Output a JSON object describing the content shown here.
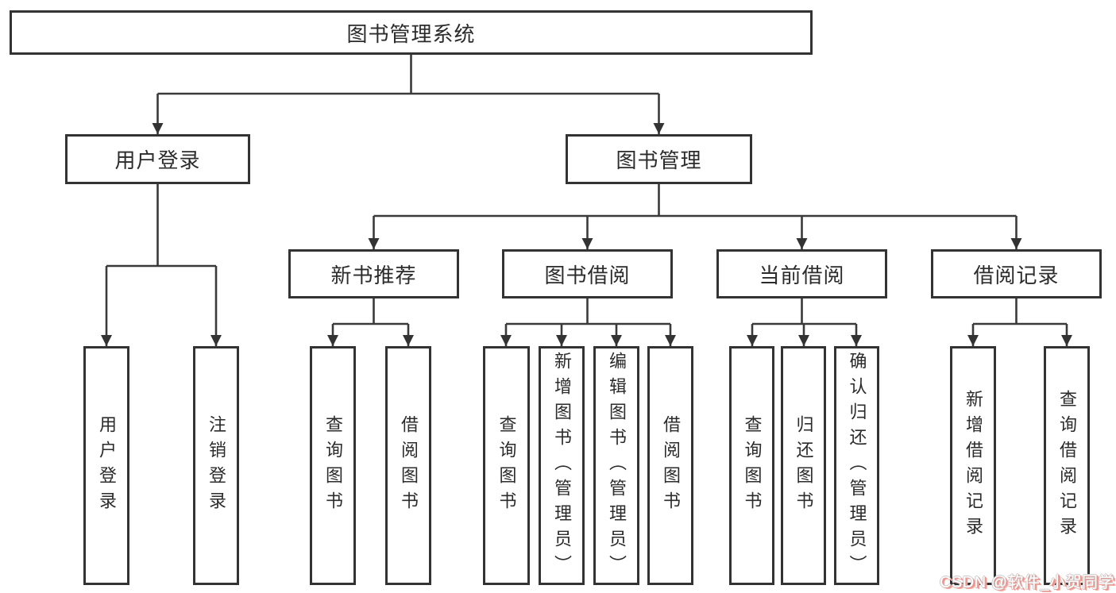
{
  "diagram": {
    "type": "hierarchy-tree",
    "title": "图书管理系统",
    "tree": {
      "label": "图书管理系统",
      "children": [
        {
          "label": "用户登录",
          "children": [
            {
              "label": "用户登录"
            },
            {
              "label": "注销登录"
            }
          ]
        },
        {
          "label": "图书管理",
          "children": [
            {
              "label": "新书推荐",
              "children": [
                {
                  "label": "查询图书"
                },
                {
                  "label": "借阅图书"
                }
              ]
            },
            {
              "label": "图书借阅",
              "children": [
                {
                  "label": "查询图书"
                },
                {
                  "label": "新增图书（管理员）"
                },
                {
                  "label": "编辑图书（管理员）"
                },
                {
                  "label": "借阅图书"
                }
              ]
            },
            {
              "label": "当前借阅",
              "children": [
                {
                  "label": "查询图书"
                },
                {
                  "label": "归还图书"
                },
                {
                  "label": "确认归还（管理员）"
                }
              ]
            },
            {
              "label": "借阅记录",
              "children": [
                {
                  "label": "新增借阅记录"
                },
                {
                  "label": "查询借阅记录"
                }
              ]
            }
          ]
        }
      ]
    }
  },
  "watermark": "CSDN @软件_小贺同学",
  "colors": {
    "line": "#3a3a3a",
    "box_border": "#333333",
    "text": "#2b2b2b",
    "background": "#ffffff",
    "watermark_text": "#ffffff",
    "watermark_shadow": "#ef8f88"
  }
}
